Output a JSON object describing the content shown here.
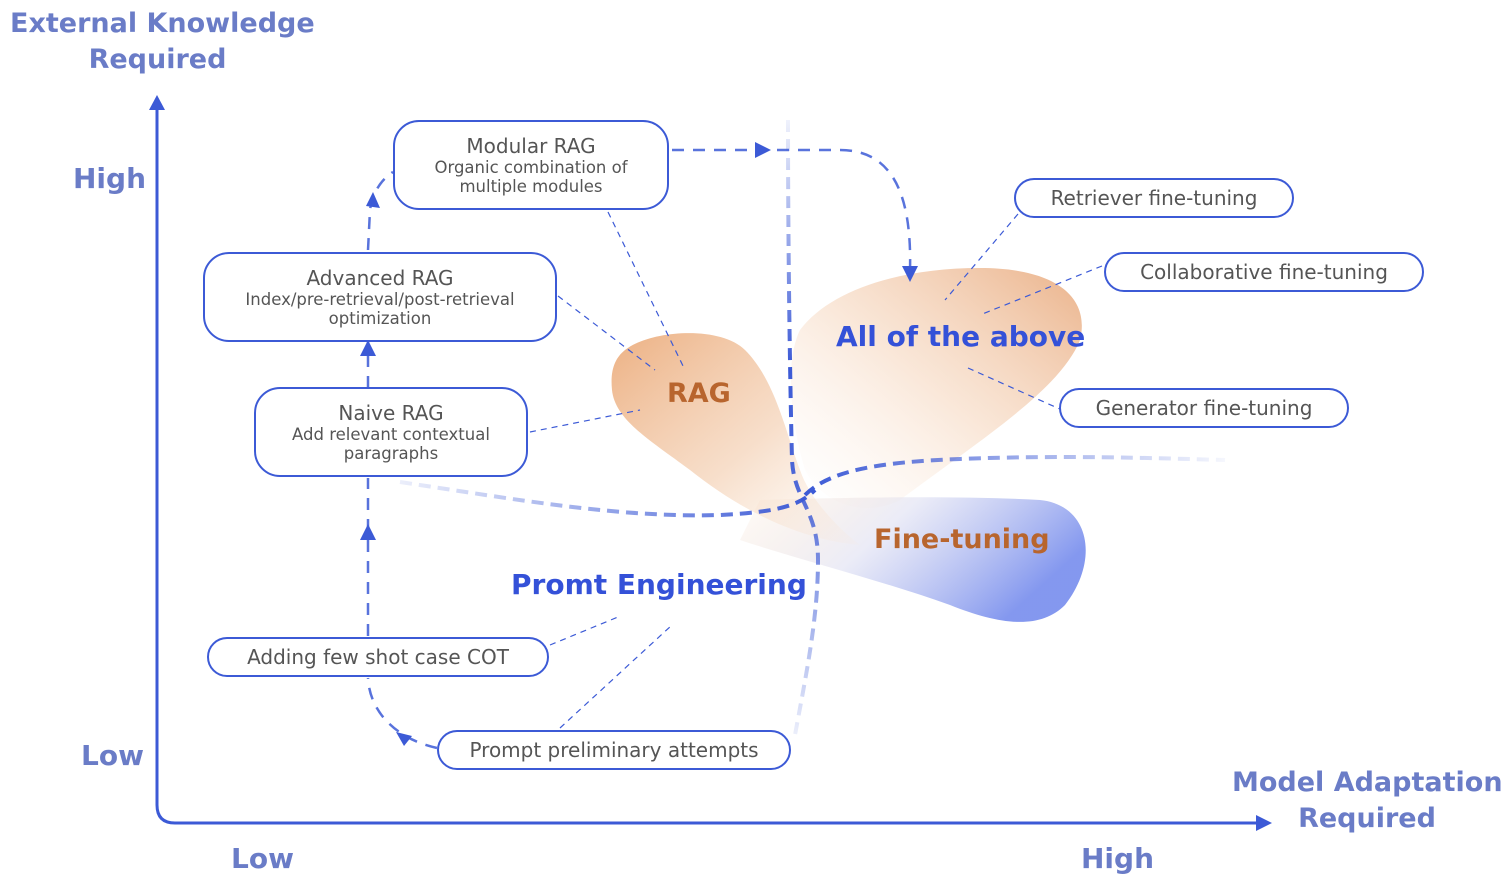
{
  "axes": {
    "y_title_line1": "External Knowledge",
    "y_title_line2": "Required",
    "y_high": "High",
    "y_low": "Low",
    "x_title_line1": "Model Adaptation",
    "x_title_line2": "Required",
    "x_low": "Low",
    "x_high": "High"
  },
  "rag_stages": [
    {
      "title": "Modular RAG",
      "desc_line1": "Organic combination of",
      "desc_line2": "multiple modules"
    },
    {
      "title": "Advanced RAG",
      "desc_line1": "Index/pre-retrieval/post-retrieval",
      "desc_line2": "optimization"
    },
    {
      "title": "Naive RAG",
      "desc_line1": "Add relevant contextual",
      "desc_line2": "paragraphs"
    }
  ],
  "prompt_steps": [
    {
      "label": "Adding few shot case COT"
    },
    {
      "label": "Prompt preliminary attempts"
    }
  ],
  "finetune_items": [
    {
      "label": "Retriever fine-tuning"
    },
    {
      "label": "Collaborative fine-tuning"
    },
    {
      "label": "Generator fine-tuning"
    }
  ],
  "regions": {
    "rag": "RAG",
    "all": "All of the above",
    "finetuning": "Fine-tuning",
    "prompt": "Promt Engineering"
  },
  "colors": {
    "axis": "#3c5ad6",
    "axis_text": "#6a7cc7",
    "blue_label": "#3451d8",
    "orange_label": "#b8652e",
    "box_text": "#555555"
  }
}
